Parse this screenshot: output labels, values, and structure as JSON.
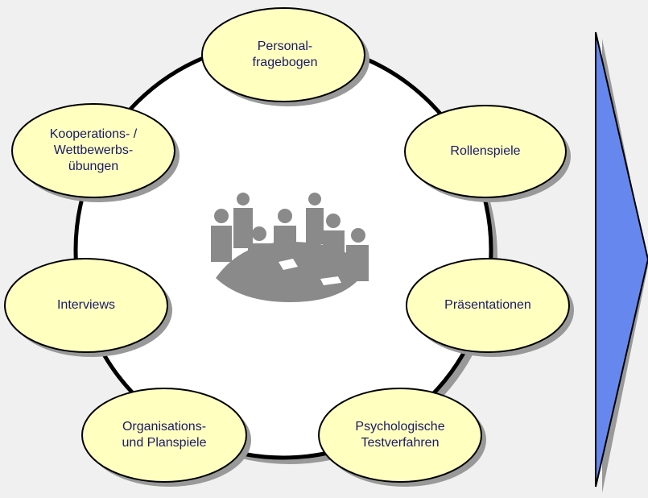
{
  "diagram": {
    "nodes": [
      {
        "id": "personal",
        "label": "Personal-\nfragebogen"
      },
      {
        "id": "rollen",
        "label": "Rollenspiele"
      },
      {
        "id": "praesentationen",
        "label": "Präsentationen"
      },
      {
        "id": "psych",
        "label": "Psychologische\nTestverfahren"
      },
      {
        "id": "organisation",
        "label": "Organisations-\nund Planspiele"
      },
      {
        "id": "interviews",
        "label": "Interviews"
      },
      {
        "id": "kooperation",
        "label": "Kooperations- /\nWettbewerbs-\nübungen"
      }
    ],
    "center_image": "meeting-people-clipart",
    "colors": {
      "background": "#f0f0f0",
      "ellipse_fill": "#ffffc0",
      "outline": "#000000",
      "shadow": "#999999",
      "text": "#1a1a66",
      "arrow": "#6688ee"
    }
  }
}
